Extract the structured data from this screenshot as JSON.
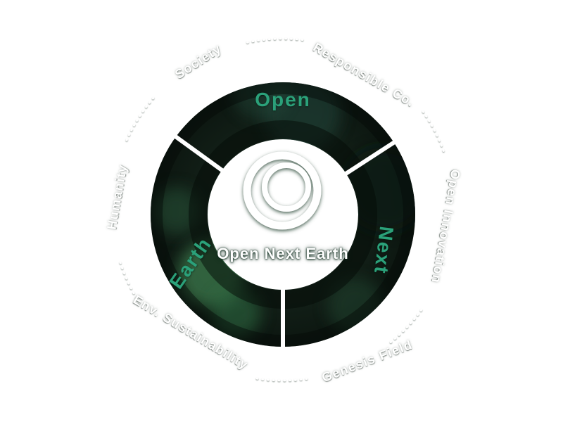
{
  "diagram": {
    "center": {
      "logo_icon": "concentric-rings-logo",
      "label": "Open Next Earth"
    },
    "ring": {
      "segments": [
        {
          "label": "Open"
        },
        {
          "label": "Next"
        },
        {
          "label": "Earth"
        }
      ],
      "accent_color": "#2ba17a",
      "base_color": "#101c15"
    },
    "orbit_labels": [
      {
        "label": "Society"
      },
      {
        "label": "Responsible Co."
      },
      {
        "label": "Open Innovation"
      },
      {
        "label": "Genesis Field"
      },
      {
        "label": "Env. Sustainability"
      },
      {
        "label": "Humanity"
      }
    ],
    "colors": {
      "orbit_text": "#ffffff",
      "background": "#ffffff"
    }
  }
}
